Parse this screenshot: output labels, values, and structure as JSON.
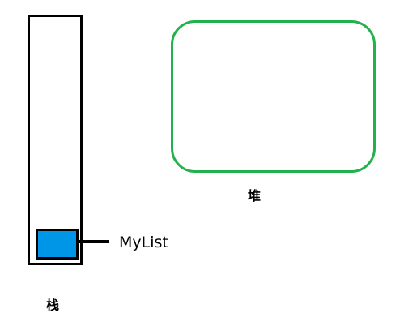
{
  "stack": {
    "label": "栈",
    "border_color": "#000000",
    "slot_color": "#0096e8"
  },
  "variable": {
    "label": "MyList"
  },
  "heap": {
    "label": "堆",
    "border_color": "#22b14c"
  }
}
